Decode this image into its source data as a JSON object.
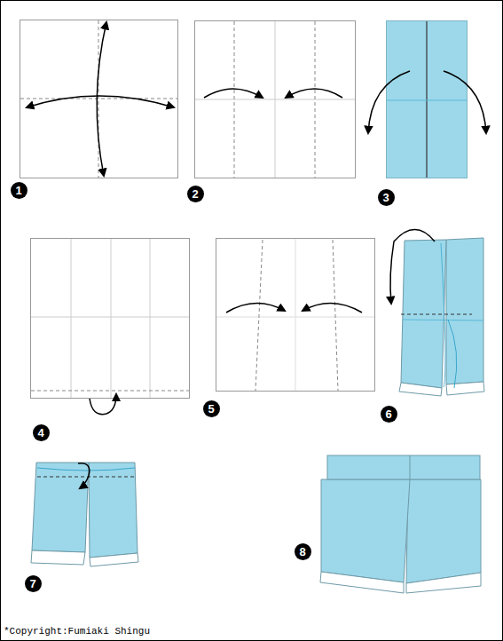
{
  "diagram": {
    "nodes": [
      {
        "text": [
          "1"
        ]
      },
      {
        "text": [
          "2"
        ]
      },
      {
        "text": [
          "3"
        ]
      },
      {
        "text": [
          "4"
        ]
      },
      {
        "text": [
          "5"
        ]
      },
      {
        "text": [
          "6"
        ]
      },
      {
        "text": [
          "7"
        ]
      },
      {
        "text": [
          "8"
        ]
      }
    ],
    "labels": [
      "*Copyright:Fumiaki Shingu"
    ]
  }
}
